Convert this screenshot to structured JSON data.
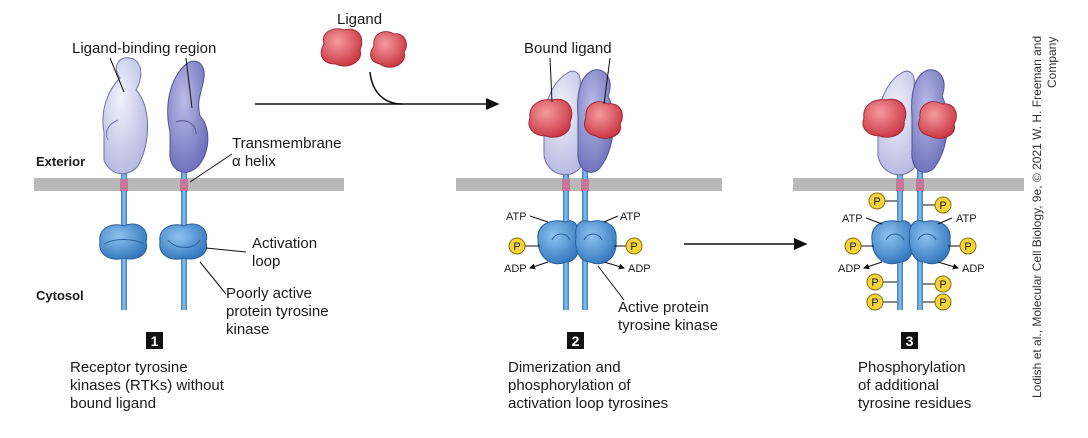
{
  "labels": {
    "ligand": "Ligand",
    "ligand_binding_region": "Ligand-binding region",
    "bound_ligand": "Bound ligand",
    "transmembrane_line1": "Transmembrane",
    "transmembrane_line2": "α helix",
    "exterior": "Exterior",
    "cytosol": "Cytosol",
    "activation_loop_line1": "Activation",
    "activation_loop_line2": "loop",
    "poorly_active_line1": "Poorly active",
    "poorly_active_line2": "protein tyrosine",
    "poorly_active_line3": "kinase",
    "active_kinase_line1": "Active protein",
    "active_kinase_line2": "tyrosine kinase",
    "atp": "ATP",
    "adp": "ADP",
    "p": "P"
  },
  "steps": [
    {
      "number": "1",
      "line1": "Receptor tyrosine",
      "line2": "kinases (RTKs) without",
      "line3": "bound ligand"
    },
    {
      "number": "2",
      "line1": "Dimerization and",
      "line2": "phosphorylation of",
      "line3": "activation loop tyrosines"
    },
    {
      "number": "3",
      "line1": "Phosphorylation",
      "line2": "of additional",
      "line3": "tyrosine residues"
    }
  ],
  "credit_line1": "Lodish et al., Molecular Cell Biology, 9e, © 2021 W. H. Freeman and",
  "credit_line2": "Company",
  "colors": {
    "membrane": "#b9b9b9",
    "receptor_light": "#cdd1ee",
    "receptor_dark": "#8d8fd0",
    "kinase": "#3f8fd6",
    "stalk": "#5fa3e0",
    "ligand": "#e0505a",
    "tm_segment": "#c7769a",
    "phosphate": "#f4d43a"
  }
}
